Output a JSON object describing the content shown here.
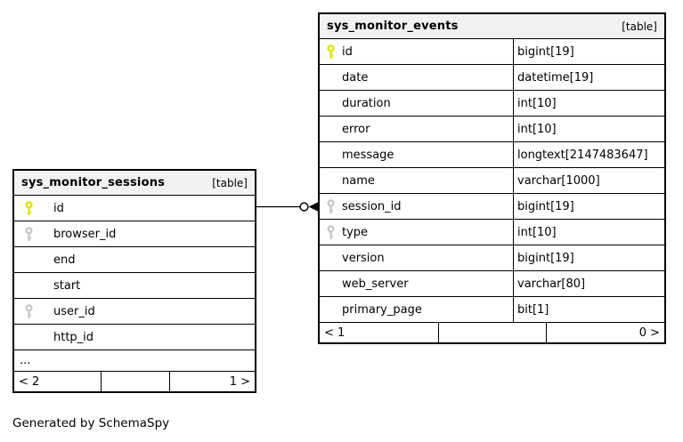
{
  "colors": {
    "primary_key": "#e4e400",
    "foreign_key": "#c9c9c9",
    "header_bg": "#f2f2f2",
    "border": "#000000"
  },
  "generator_note": "Generated by SchemaSpy",
  "relationship": {
    "from_table": "sys_monitor_sessions",
    "from_column": "id",
    "to_table": "sys_monitor_events",
    "to_column": "session_id"
  },
  "tables": {
    "sessions": {
      "title": "sys_monitor_sessions",
      "badge": "[table]",
      "columns": [
        {
          "name": "id",
          "key": "primary"
        },
        {
          "name": "browser_id",
          "key": "foreign"
        },
        {
          "name": "end"
        },
        {
          "name": "start"
        },
        {
          "name": "user_id",
          "key": "foreign"
        },
        {
          "name": "http_id"
        }
      ],
      "ellipsis": "...",
      "footer": {
        "parents": "< 2",
        "middle": "",
        "children": "1 >"
      }
    },
    "events": {
      "title": "sys_monitor_events",
      "badge": "[table]",
      "columns": [
        {
          "name": "id",
          "type": "bigint[19]",
          "key": "primary"
        },
        {
          "name": "date",
          "type": "datetime[19]"
        },
        {
          "name": "duration",
          "type": "int[10]"
        },
        {
          "name": "error",
          "type": "int[10]"
        },
        {
          "name": "message",
          "type": "longtext[2147483647]"
        },
        {
          "name": "name",
          "type": "varchar[1000]"
        },
        {
          "name": "session_id",
          "type": "bigint[19]",
          "key": "foreign"
        },
        {
          "name": "type",
          "type": "int[10]",
          "key": "foreign"
        },
        {
          "name": "version",
          "type": "bigint[19]"
        },
        {
          "name": "web_server",
          "type": "varchar[80]"
        },
        {
          "name": "primary_page",
          "type": "bit[1]"
        }
      ],
      "footer": {
        "parents": "< 1",
        "middle": "",
        "children": "0 >"
      }
    }
  }
}
